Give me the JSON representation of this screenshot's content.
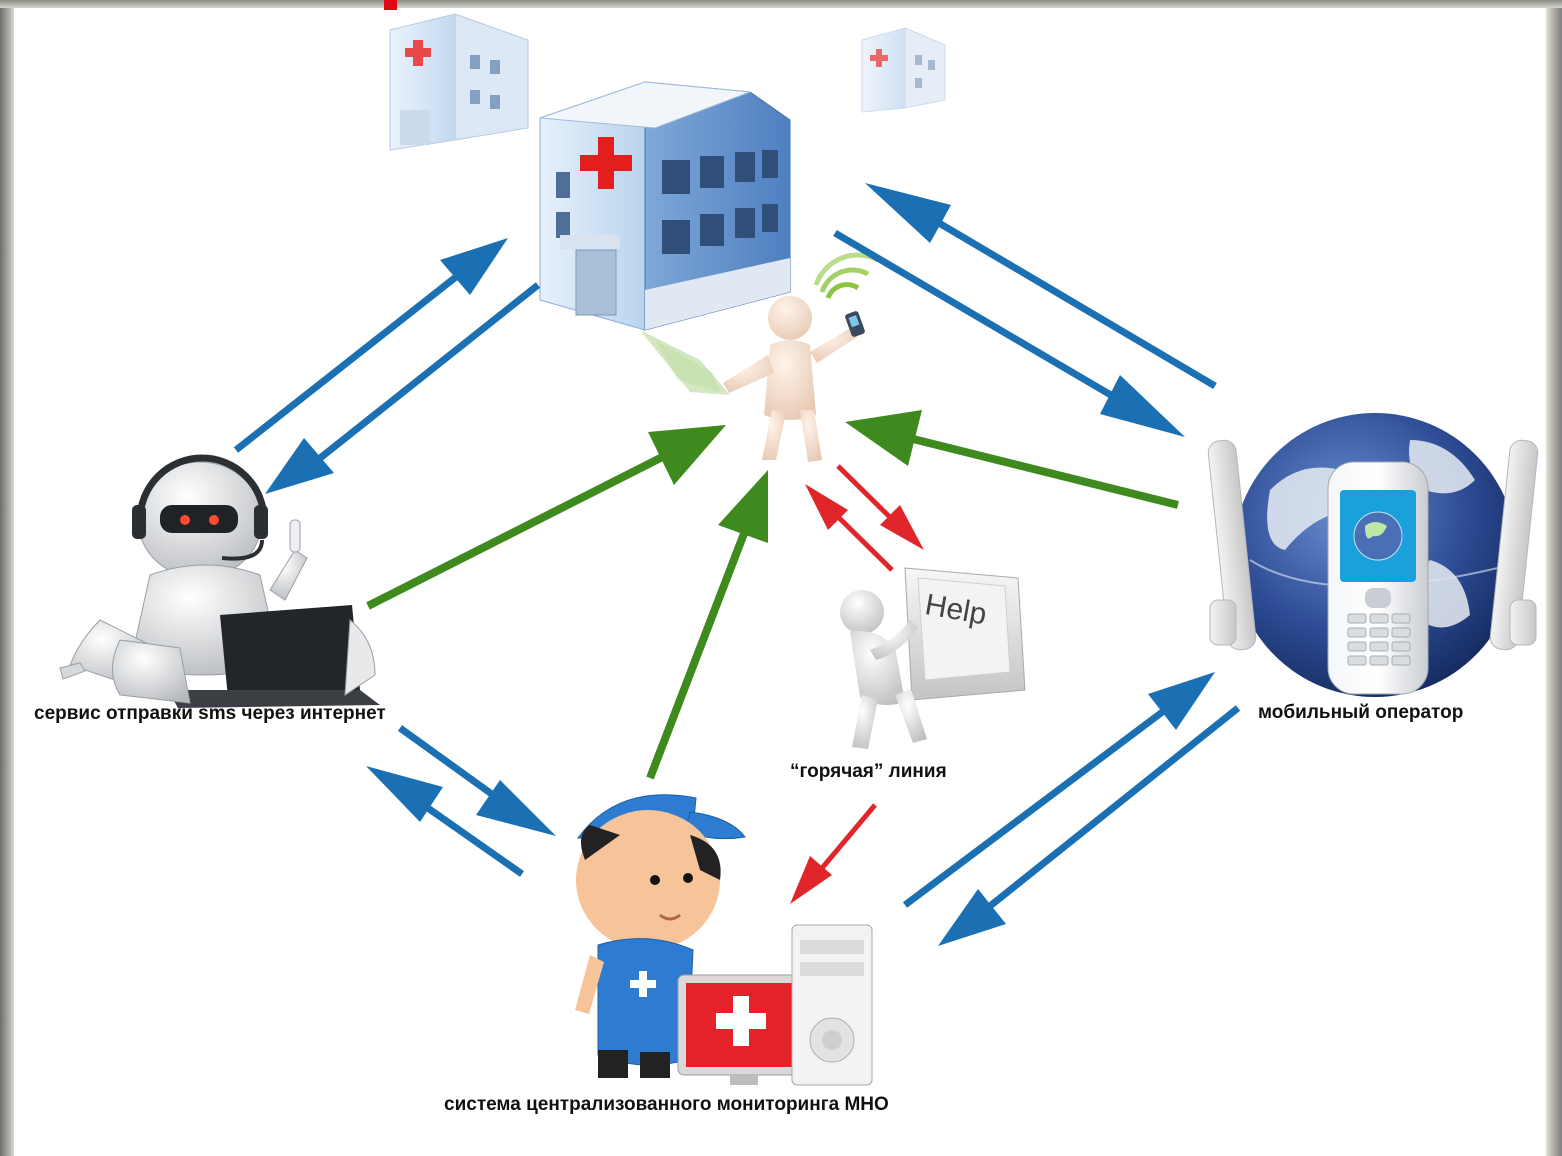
{
  "labels": {
    "sms_service": "сервис отправки sms через интернет",
    "mobile_operator": "мобильный оператор",
    "hotline": "“горячая”  линия",
    "monitoring_system": "система централизованного мониторинга МНО",
    "help_key": "Help"
  },
  "colors": {
    "flow_blue": "#1b6fb3",
    "flow_green": "#3f8a1e",
    "flow_red": "#e0262b",
    "accent_red": "#e30613"
  },
  "icons": [
    "hospital-icon",
    "patient-with-phone-icon",
    "robot-laptop-icon",
    "globe-phone-icon",
    "help-key-figure-icon",
    "doctor-computer-icon"
  ]
}
